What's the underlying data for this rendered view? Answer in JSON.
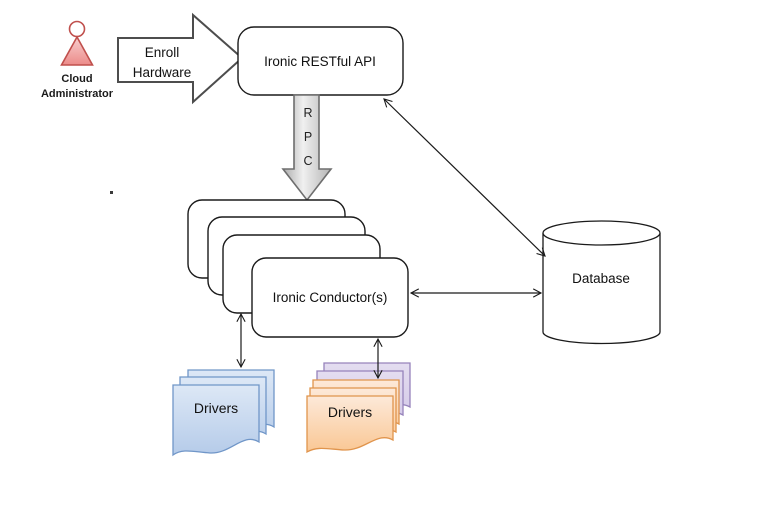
{
  "actor": {
    "line1": "Cloud",
    "line2": "Administrator"
  },
  "enroll_arrow": {
    "line1": "Enroll",
    "line2": "Hardware"
  },
  "api": {
    "label": "Ironic RESTful API"
  },
  "rpc": {
    "letters": [
      "R",
      "P",
      "C"
    ]
  },
  "conductors": {
    "label": "Ironic Conductor(s)",
    "stacked_boxes": 4
  },
  "database": {
    "label": "Database"
  },
  "drivers_left": {
    "label": "Drivers",
    "stacked_docs": 3
  },
  "drivers_right": {
    "label": "Drivers",
    "purple_docs": 2,
    "orange_docs": 3
  },
  "colors": {
    "actor_border": "#c0504d",
    "actor_fill_top": "#f8cfcf",
    "actor_fill_bottom": "#ec8b89",
    "rpc_border": "#6e6e6e",
    "rpc_fill_edge": "#acacac",
    "rpc_fill_center": "#f0f0f0",
    "rpc_fill_edge2": "#b4b4b4",
    "blue_doc_border": "#7096c8",
    "blue_doc_fill_top": "#dde8f6",
    "blue_doc_fill_bottom": "#b5cbe9",
    "purple_doc_border": "#9683bb",
    "purple_doc_fill_top": "#e4ddf0",
    "purple_doc_fill_bottom": "#d3c8e7",
    "orange_doc_border": "#e0944c",
    "orange_doc_fill_top": "#fde9d9",
    "orange_doc_fill_bottom": "#f9c794",
    "outline": "#1a1a1a"
  }
}
